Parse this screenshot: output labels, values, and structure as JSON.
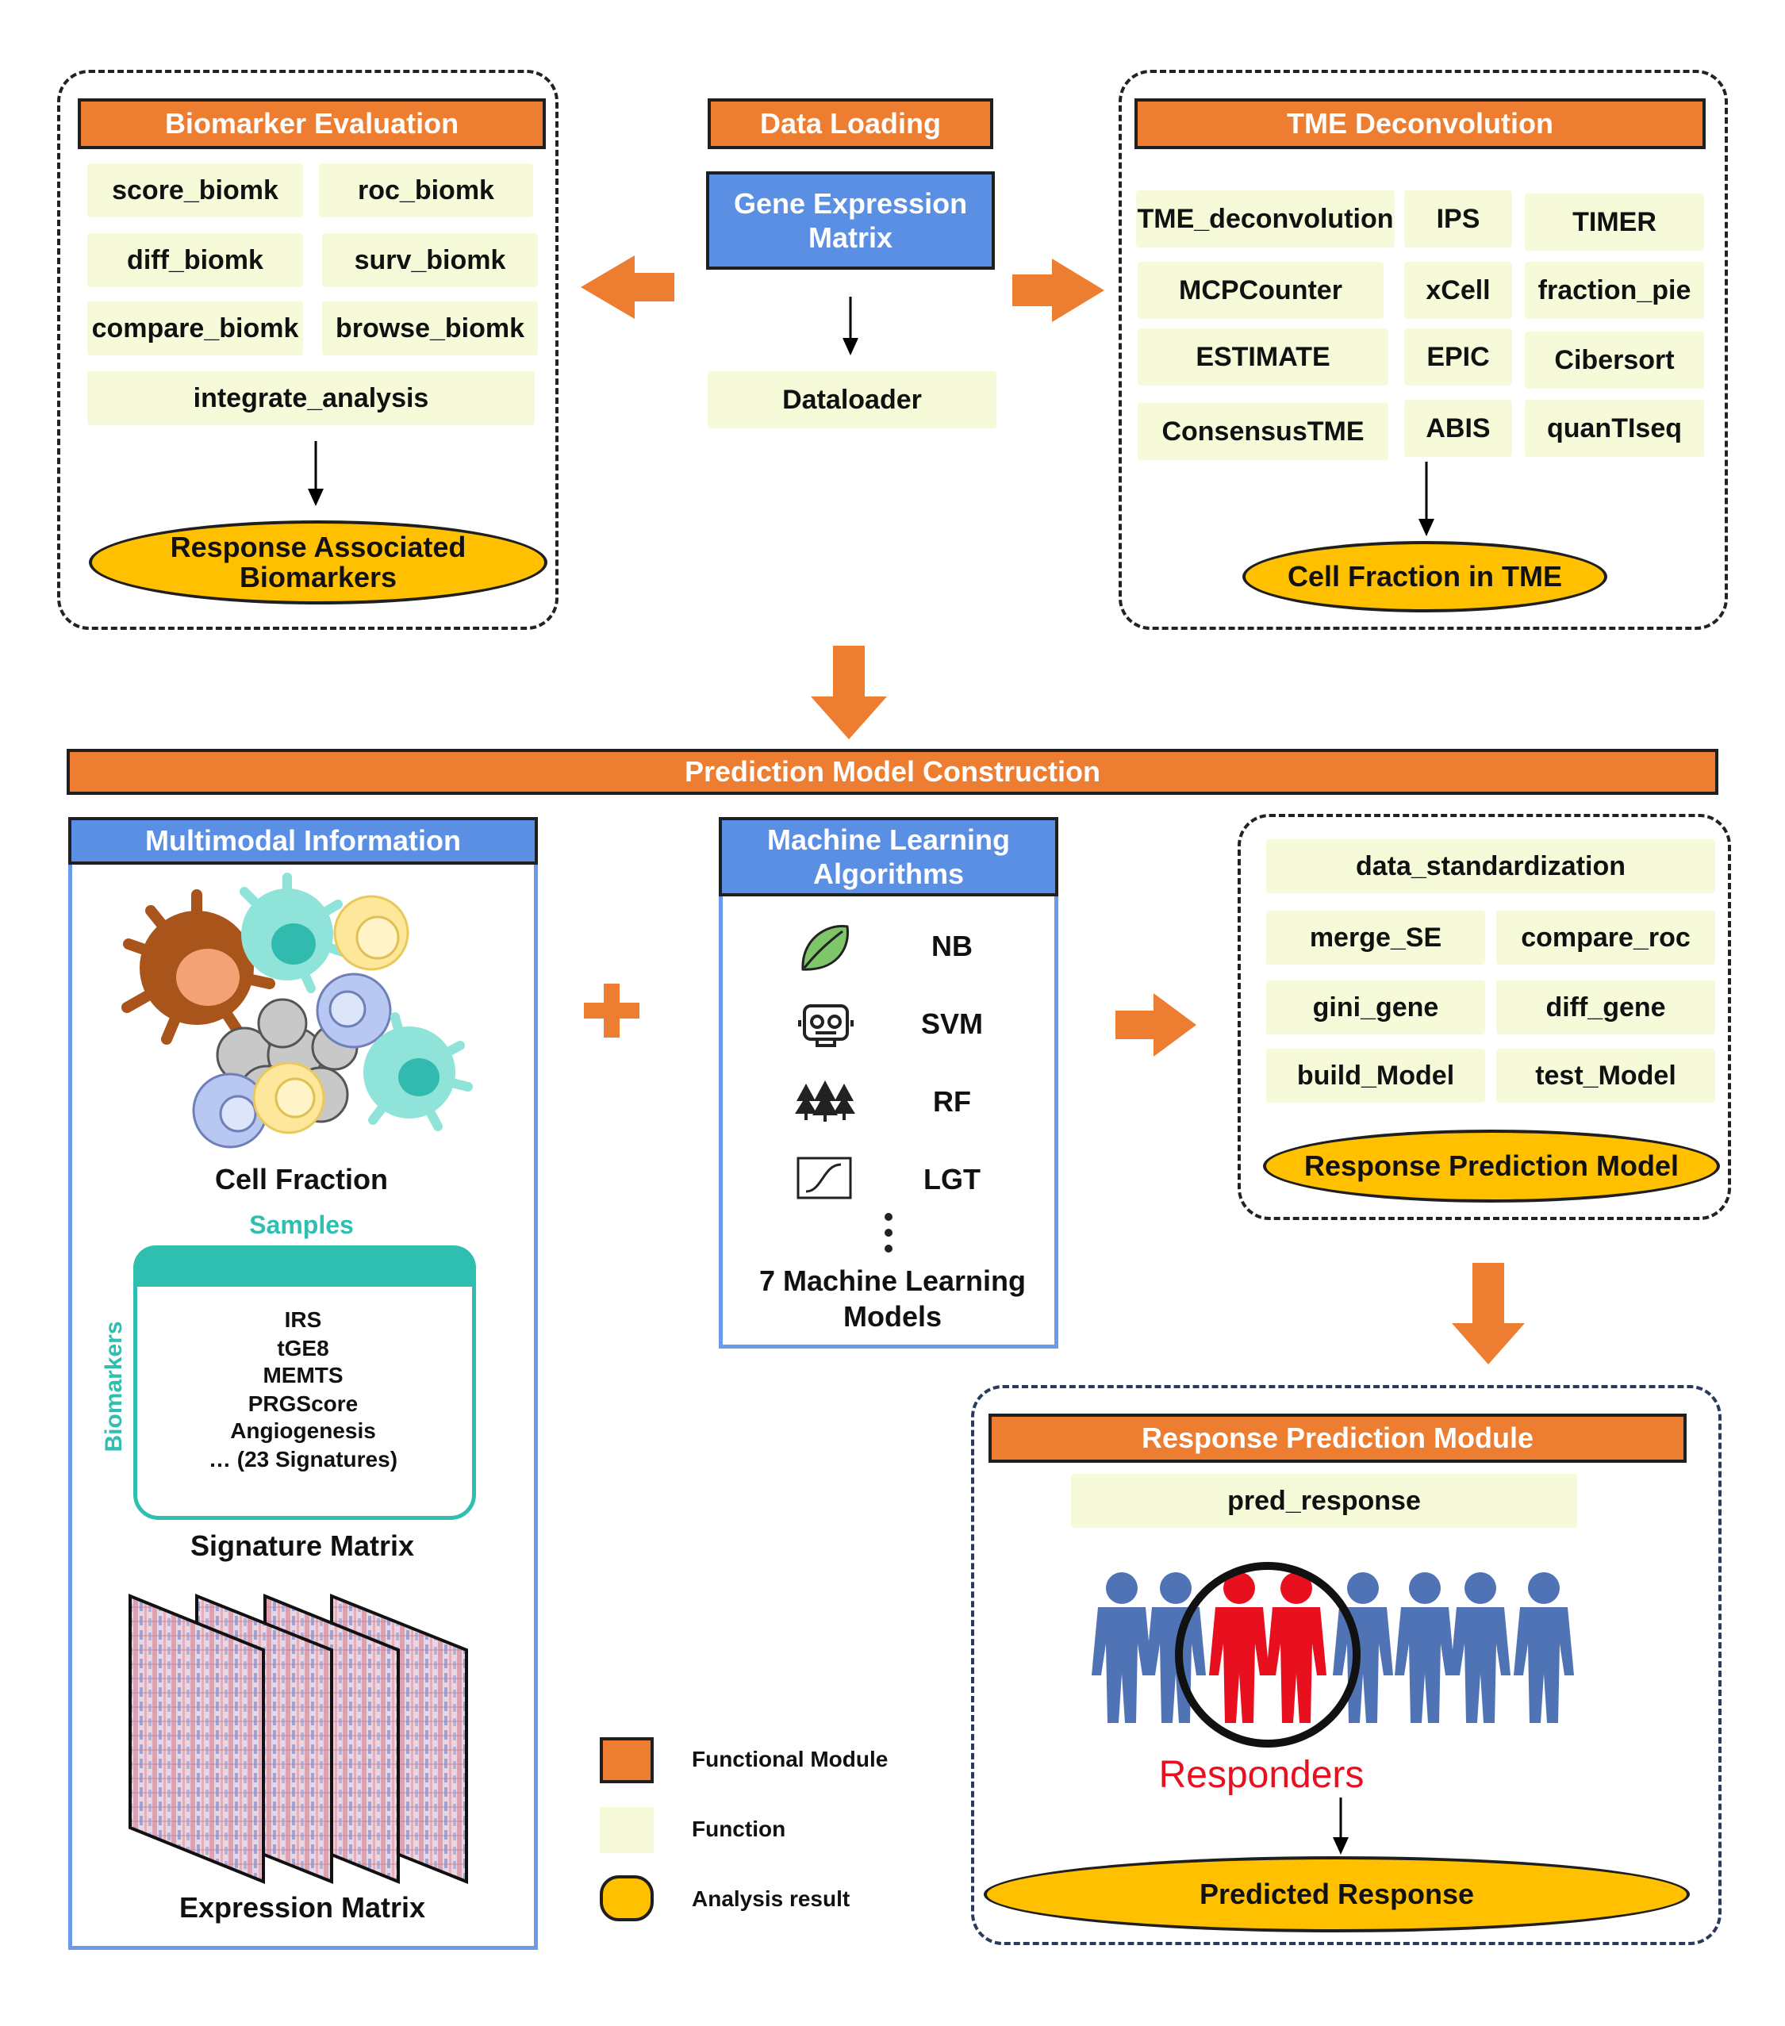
{
  "biomarker": {
    "title": "Biomarker Evaluation",
    "functions": [
      "score_biomk",
      "roc_biomk",
      "diff_biomk",
      "surv_biomk",
      "compare_biomk",
      "browse_biomk",
      "integrate_analysis"
    ],
    "result": "Response Associated Biomarkers"
  },
  "data_loading": {
    "title": "Data Loading",
    "matrix": "Gene Expression Matrix",
    "function": "Dataloader"
  },
  "tme": {
    "title": "TME Deconvolution",
    "functions": [
      "TME_deconvolution",
      "IPS",
      "TIMER",
      "MCPCounter",
      "xCell",
      "fraction_pie",
      "ESTIMATE",
      "EPIC",
      "Cibersort",
      "ConsensusTME",
      "ABIS",
      "quanTIseq"
    ],
    "result": "Cell Fraction in TME"
  },
  "prediction": {
    "title": "Prediction Model Construction"
  },
  "multimodal": {
    "title": "Multimodal Information",
    "cell_fraction_label": "Cell Fraction",
    "samples_label": "Samples",
    "biomarkers_label": "Biomarkers",
    "signatures": [
      "IRS",
      "tGE8",
      "MEMTS",
      "PRGScore",
      "Angiogenesis",
      "… (23 Signatures)"
    ],
    "signature_matrix_label": "Signature Matrix",
    "expression_matrix_label": "Expression Matrix"
  },
  "ml": {
    "title": "Machine Learning Algorithms",
    "models": [
      {
        "name": "NB",
        "icon": "leaf-icon"
      },
      {
        "name": "SVM",
        "icon": "robot-icon"
      },
      {
        "name": "RF",
        "icon": "trees-icon"
      },
      {
        "name": "LGT",
        "icon": "sigmoid-icon"
      }
    ],
    "footer": "7 Machine Learning Models"
  },
  "model_functions": {
    "functions": [
      "data_standardization",
      "merge_SE",
      "compare_roc",
      "gini_gene",
      "diff_gene",
      "build_Model",
      "test_Model"
    ],
    "result": "Response Prediction Model"
  },
  "response_module": {
    "title": "Response Prediction Module",
    "function": "pred_response",
    "responders_label": "Responders",
    "result": "Predicted Response"
  },
  "legend": {
    "items": [
      "Functional Module",
      "Function",
      "Analysis result"
    ]
  },
  "colors": {
    "orange": "#ED7D31",
    "function_fill": "#F6FAD8",
    "result_fill": "#FFC000",
    "blue": "#5B8FE3",
    "teal": "#2FBFB0",
    "responder_red": "#E8101E",
    "people_blue": "#4F73B5"
  }
}
